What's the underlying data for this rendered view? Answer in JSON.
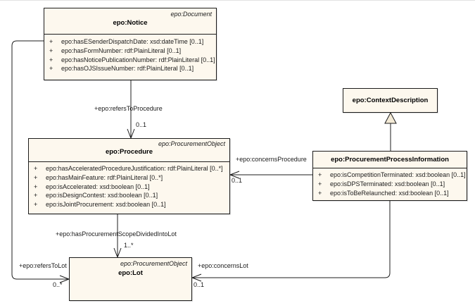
{
  "classes": {
    "notice": {
      "stereotype": "epo:Document",
      "name": "epo:Notice",
      "attributes": [
        {
          "visibility": "+",
          "text": "epo:hasESenderDispatchDate: xsd:dateTime [0..1]"
        },
        {
          "visibility": "+",
          "text": "epo:hasFormNumber: rdf:PlainLiteral [0..1]"
        },
        {
          "visibility": "+",
          "text": "epo:hasNoticePublicationNumber: rdf:PlainLiteral [0..1]"
        },
        {
          "visibility": "+",
          "text": "epo:hasOJSIssueNumber: rdf:PlainLiteral [0..1]"
        }
      ]
    },
    "procedure": {
      "stereotype": "epo:ProcurementObject",
      "name": "epo:Procedure",
      "attributes": [
        {
          "visibility": "+",
          "text": "epo:hasAcceleratedProcedureJustification: rdf:PlainLiteral [0..*]"
        },
        {
          "visibility": "+",
          "text": "epo:hasMainFeature: rdf:PlainLiteral [0..*]"
        },
        {
          "visibility": "+",
          "text": "epo:isAccelerated: xsd:boolean [0..1]"
        },
        {
          "visibility": "+",
          "text": "epo:isDesignContest: xsd:boolean [0..1]"
        },
        {
          "visibility": "+",
          "text": "epo:isJointProcurement: xsd:boolean [0..1]"
        }
      ]
    },
    "context_description": {
      "name": "epo:ContextDescription"
    },
    "procurement_process_information": {
      "name": "epo:ProcurementProcessInformation",
      "attributes": [
        {
          "visibility": "+",
          "text": "epo:isCompetitionTerminated: xsd:boolean [0..1]"
        },
        {
          "visibility": "+",
          "text": "epo:isDPSTerminated: xsd:boolean [0..1]"
        },
        {
          "visibility": "+",
          "text": "epo:isToBeRelaunched: xsd:boolean [0..1]"
        }
      ]
    },
    "lot": {
      "stereotype": "epo:ProcurementObject",
      "name": "epo:Lot"
    }
  },
  "associations": {
    "refers_to_procedure": {
      "label": "+epo:refersToProcedure",
      "multiplicity": "0..1"
    },
    "concerns_procedure": {
      "label": "+epo:concernsProcedure",
      "multiplicity": "0..1"
    },
    "has_procurement_scope_divided_into_lot": {
      "label": "+epo:hasProcurementScopeDividedIntoLot",
      "multiplicity": "1..*"
    },
    "refers_to_lot": {
      "label": "+epo:refersToLot",
      "multiplicity": "0..*"
    },
    "concerns_lot": {
      "label": "+epo:concernsLot",
      "multiplicity": "0..1"
    }
  },
  "colors": {
    "class_fill": "#fdf8ee",
    "class_border": "#1c1c1c",
    "generalization_triangle_fill": "#f3ead6",
    "connector": "#1c1c1c",
    "background": "#ffffff"
  }
}
